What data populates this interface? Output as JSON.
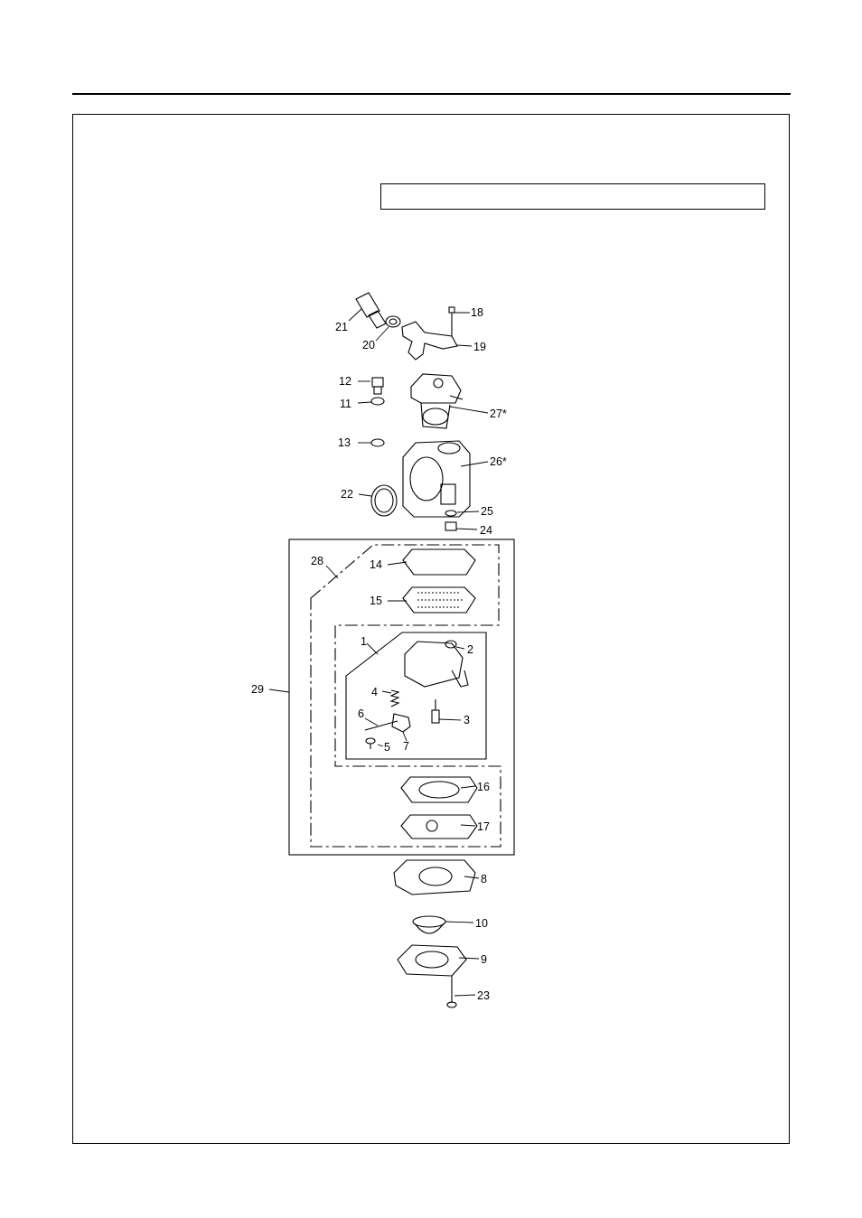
{
  "header": {
    "title_box_text": ""
  },
  "parts": [
    {
      "id": "1",
      "label": "1"
    },
    {
      "id": "2",
      "label": "2"
    },
    {
      "id": "3",
      "label": "3"
    },
    {
      "id": "4",
      "label": "4"
    },
    {
      "id": "5",
      "label": "5"
    },
    {
      "id": "6",
      "label": "6"
    },
    {
      "id": "7",
      "label": "7"
    },
    {
      "id": "8",
      "label": "8"
    },
    {
      "id": "9",
      "label": "9"
    },
    {
      "id": "10",
      "label": "10"
    },
    {
      "id": "11",
      "label": "11"
    },
    {
      "id": "12",
      "label": "12"
    },
    {
      "id": "13",
      "label": "13"
    },
    {
      "id": "14",
      "label": "14"
    },
    {
      "id": "15",
      "label": "15"
    },
    {
      "id": "16",
      "label": "16"
    },
    {
      "id": "17",
      "label": "17"
    },
    {
      "id": "18",
      "label": "18"
    },
    {
      "id": "19",
      "label": "19"
    },
    {
      "id": "20",
      "label": "20"
    },
    {
      "id": "21",
      "label": "21"
    },
    {
      "id": "22",
      "label": "22"
    },
    {
      "id": "23",
      "label": "23"
    },
    {
      "id": "24",
      "label": "24"
    },
    {
      "id": "25",
      "label": "25"
    },
    {
      "id": "26",
      "label": "26*"
    },
    {
      "id": "27",
      "label": "27*"
    },
    {
      "id": "28",
      "label": "28"
    },
    {
      "id": "29",
      "label": "29"
    }
  ]
}
